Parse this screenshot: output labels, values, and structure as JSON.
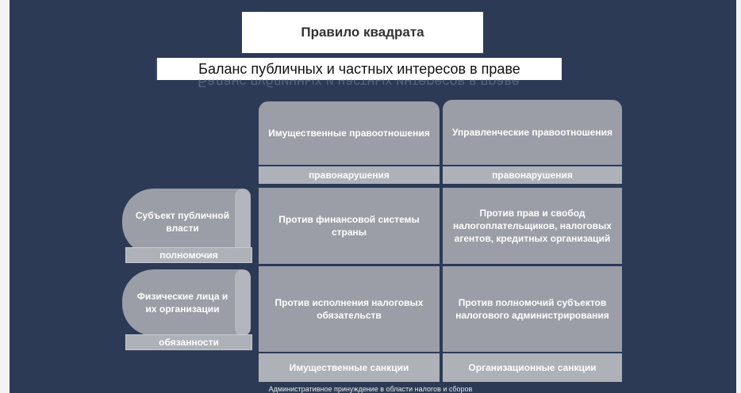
{
  "title": "Правило квадрата",
  "subtitle": "Баланс публичных и частных интересов в праве",
  "columns": [
    {
      "header": "Имущественные правоотношения",
      "band": "правонарушения"
    },
    {
      "header": "Управленческие правоотношения",
      "band": "правонарушения"
    }
  ],
  "rows": [
    {
      "subject": "Субъект публичной власти",
      "label": "полномочия"
    },
    {
      "subject": "Физические лица и их организации",
      "label": "обязанности"
    }
  ],
  "cells": [
    [
      "Против финансовой системы страны",
      "Против прав и свобод налогоплательщиков, налоговых агентов, кредитных организаций"
    ],
    [
      "Против исполнения налоговых обязательств",
      "Против полномочий субъектов налогового администрирования"
    ]
  ],
  "bottom": [
    "Имущественные санкции",
    "Организационные санкции"
  ],
  "footer": "Административное принуждение в области налогов и сборов",
  "colors": {
    "background": "#2c3a56",
    "cell": "#9b9ea6",
    "band": "#aeb1b8"
  }
}
